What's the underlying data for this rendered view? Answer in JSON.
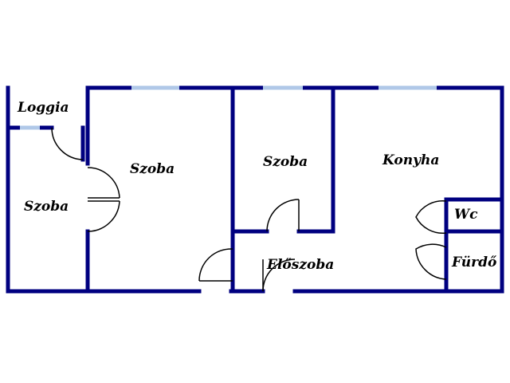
{
  "rooms": {
    "loggia": "Loggia",
    "szoba_left": "Szoba",
    "szoba_middle": "Szoba",
    "szoba_right": "Szoba",
    "konyha": "Konyha",
    "eloszoba": "Előszoba",
    "wc": "Wc",
    "furdo": "Fürdő"
  },
  "colors": {
    "wall": "#000080",
    "window": "#b0c8e8",
    "door": "#000000",
    "background": "#ffffff"
  }
}
